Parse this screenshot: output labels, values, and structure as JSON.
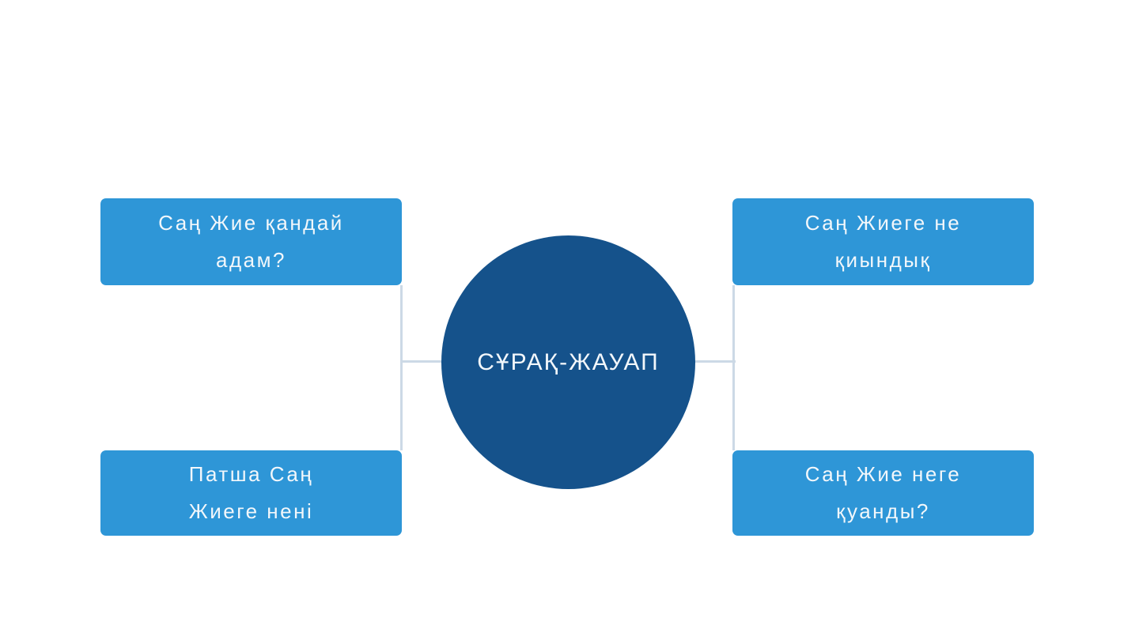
{
  "colors": {
    "bg": "#ffffff",
    "box": "#2e96d7",
    "circle": "#15528b",
    "connector": "#ccd9e6",
    "text": "#f2f7fb"
  },
  "center": {
    "label": "СҰРАҚ-ЖАУАП"
  },
  "boxes": [
    {
      "id": "top-left",
      "lines": [
        "Саң Жие қандай",
        "адам?"
      ]
    },
    {
      "id": "top-right",
      "lines": [
        "Саң Жиеге не",
        "қиындық"
      ]
    },
    {
      "id": "bottom-left",
      "lines": [
        "Патша Саң",
        "Жиеге нені"
      ]
    },
    {
      "id": "bottom-right",
      "lines": [
        "Саң Жие неге",
        "қуанды?"
      ]
    }
  ]
}
